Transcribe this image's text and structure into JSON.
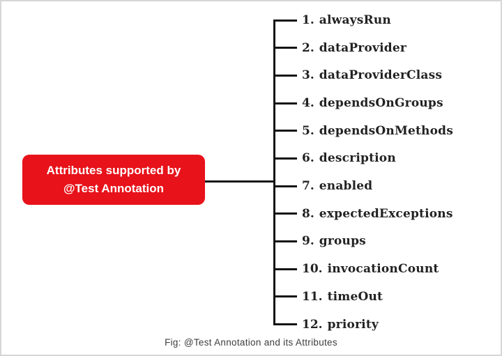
{
  "diagram": {
    "root": {
      "line1": "Attributes supported by",
      "line2": "@Test Annotation",
      "bg_color": "#e8121a",
      "text_color": "#ffffff"
    },
    "line_color": "#141414",
    "items": [
      {
        "number": "1.",
        "label": "alwaysRun"
      },
      {
        "number": "2.",
        "label": "dataProvider"
      },
      {
        "number": "3.",
        "label": "dataProviderClass"
      },
      {
        "number": "4.",
        "label": "dependsOnGroups"
      },
      {
        "number": "5.",
        "label": "dependsOnMethods"
      },
      {
        "number": "6.",
        "label": "description"
      },
      {
        "number": "7.",
        "label": "enabled"
      },
      {
        "number": "8.",
        "label": "expectedExceptions"
      },
      {
        "number": "9.",
        "label": "groups"
      },
      {
        "number": "10.",
        "label": "invocationCount"
      },
      {
        "number": "11.",
        "label": "timeOut"
      },
      {
        "number": "12.",
        "label": "priority"
      }
    ],
    "caption": "Fig: @Test Annotation and its Attributes"
  }
}
